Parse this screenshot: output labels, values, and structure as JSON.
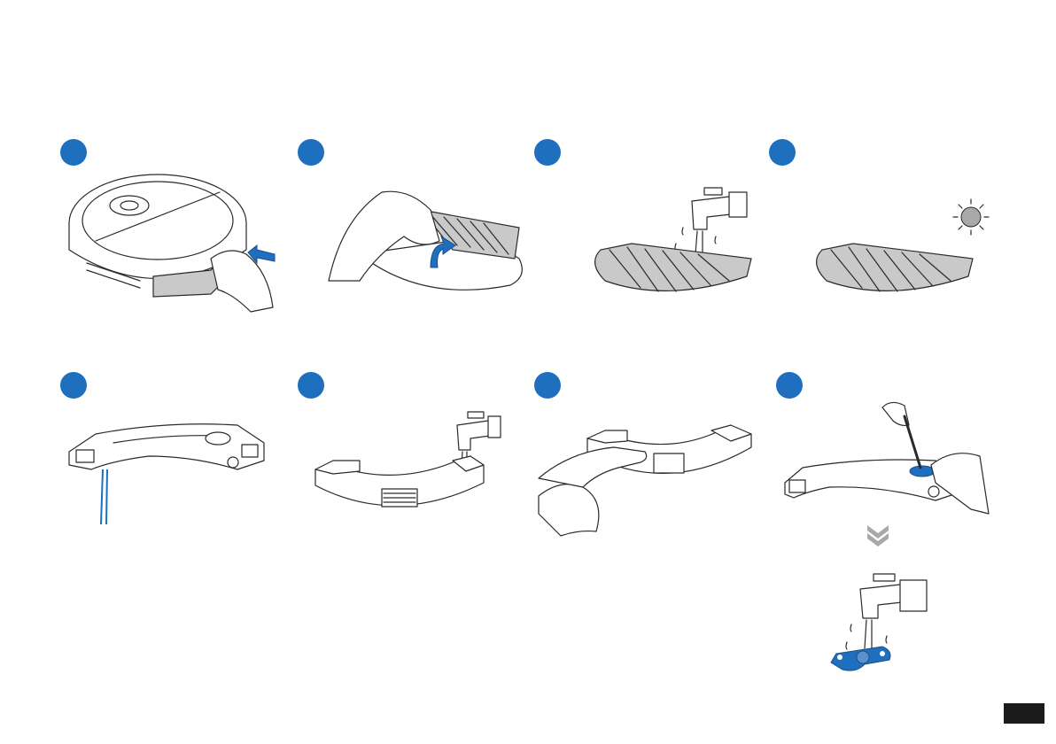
{
  "colors": {
    "step_badge": "#1f6fbf",
    "illustration_line": "#2a2a2a",
    "accent_blue": "#1f6fbf",
    "corner_tab": "#1b1b1b"
  },
  "steps": [
    {
      "id": 1,
      "illustration": "robot-remove-water-tank-illustration"
    },
    {
      "id": 2,
      "illustration": "peel-mop-cloth-illustration"
    },
    {
      "id": 3,
      "illustration": "rinse-mop-cloth-illustration"
    },
    {
      "id": 4,
      "illustration": "sun-dry-mop-cloth-illustration"
    },
    {
      "id": 5,
      "illustration": "drain-water-tank-illustration"
    },
    {
      "id": 6,
      "illustration": "rinse-water-tank-illustration"
    },
    {
      "id": 7,
      "illustration": "wipe-water-tank-illustration"
    },
    {
      "id": 8,
      "illustration": "remove-filter-illustration"
    }
  ],
  "icons": [
    "faucet-icon",
    "sun-icon",
    "double-chevron-down-icon",
    "water-drops-icon"
  ]
}
